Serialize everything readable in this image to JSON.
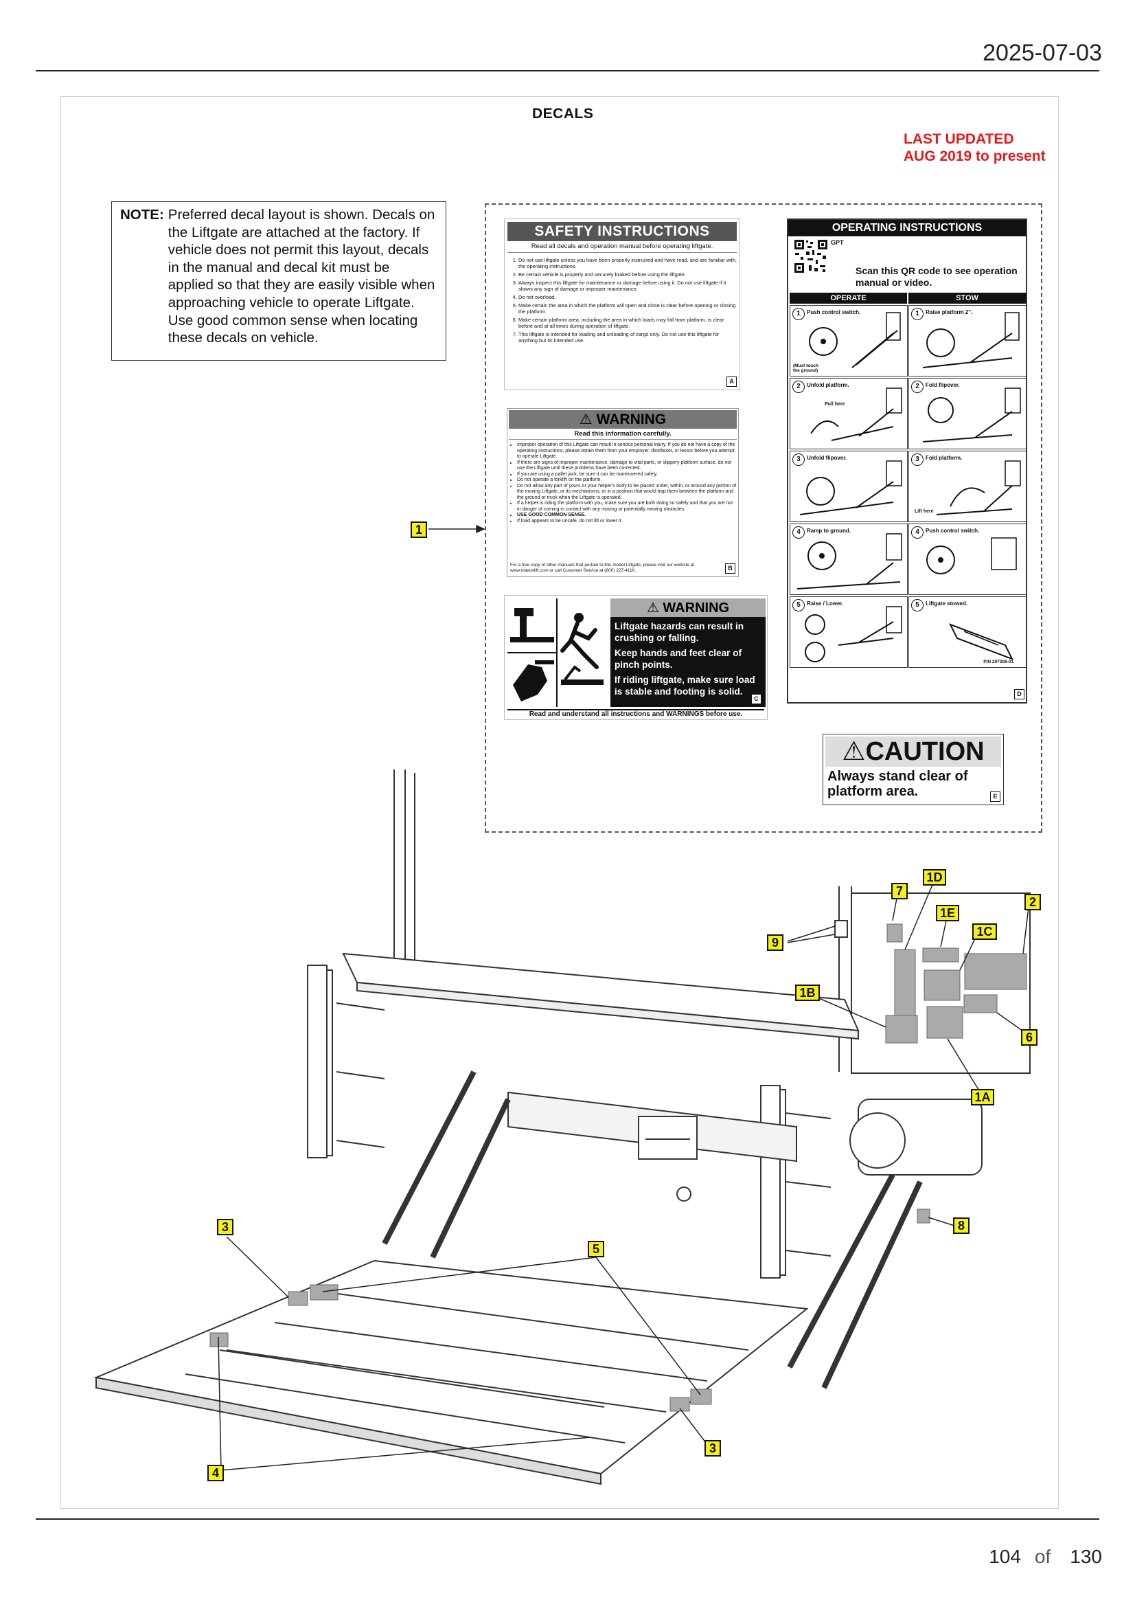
{
  "header": {
    "date": "2025-07-03"
  },
  "footer": {
    "page": "104",
    "of": "of",
    "total": "130"
  },
  "doc": {
    "heading": "DECALS",
    "updated_line1": "LAST UPDATED",
    "updated_line2": "AUG 2019 to present",
    "note_label": "NOTE:",
    "note_text": "Preferred decal layout is shown. Decals on the Liftgate are attached at the factory. If vehicle does not permit this layout, decals in the manual and decal kit must be applied so that they are easily visible when approaching vehicle to operate Liftgate. Use good common sense when locating these decals on vehicle."
  },
  "decal_a": {
    "title": "SAFETY INSTRUCTIONS",
    "subtitle": "Read all decals and operation manual before operating liftgate.",
    "items": [
      "Do not use liftgate unless you have been properly instructed and have read, and are familiar with, the operating instructions.",
      "Be certain vehicle is properly and securely braked before using the liftgate.",
      "Always inspect this liftgate for maintenance or damage before using it. Do not use liftgate if it shows any sign of damage or improper maintenance.",
      "Do not overload.",
      "Make certain the area in which the platform will open and close is clear before opening or closing the platform.",
      "Make certain platform area, including the area in which loads may fall from platform, is clear before and at all times during operation of liftgate.",
      "This liftgate is intended for loading and unloading of cargo only. Do not use this liftgate for anything but its intended use."
    ],
    "letter": "A"
  },
  "decal_b": {
    "title": "⚠ WARNING",
    "subtitle": "Read this information carefully.",
    "items": [
      "Improper operation of this Liftgate can result in serious personal injury. If you do not have a copy of the operating instructions, please obtain them from your employer, distributor, or lessor before you attempt to operate Liftgate.",
      "If there are signs of improper maintenance, damage to vital parts, or slippery platform surface, do not use the Liftgate until these problems have been corrected.",
      "If you are using a pallet jack, be sure it can be maneuvered safely.",
      "Do not operate a forklift on the platform.",
      "Do not allow any part of yours or your helper's body to be placed under, within, or around any portion of the moving Liftgate, or its mechanisms, or in a position that would trap them between the platform and the ground or truck when the Liftgate is operated.",
      "If a helper is riding the platform with you, make sure you are both doing so safely and that you are not in danger of coming in contact with any moving or potentially moving obstacles.",
      "USE GOOD COMMON SENSE.",
      "If load appears to be unsafe, do not lift or lower it."
    ],
    "small": "For a free copy of other manuals that pertain to this model Liftgate, please visit our website at www.maxonlift.com or call Customer Service at (800) 227-4116.",
    "letter": "B"
  },
  "decal_c": {
    "title": "⚠ WARNING",
    "line1": "Liftgate hazards can result in crushing or falling.",
    "line2": "Keep hands and feet clear of pinch points.",
    "line3": "If riding liftgate, make sure load is stable and footing is solid.",
    "footer": "Read and understand all instructions and WARNINGS before use.",
    "letter": "C"
  },
  "decal_d": {
    "title": "OPERATING INSTRUCTIONS",
    "gpt": "GPT",
    "scan": "Scan this QR code to see operation manual or video.",
    "col_operate": "OPERATE",
    "col_stow": "STOW",
    "steps_operate": [
      {
        "n": "1",
        "label": "Push control switch."
      },
      {
        "n": "2",
        "label": "Unfold platform."
      },
      {
        "n": "3",
        "label": "Unfold flipover."
      },
      {
        "n": "4",
        "label": "Ramp to ground."
      },
      {
        "n": "5",
        "label": "Raise / Lower."
      }
    ],
    "steps_stow": [
      {
        "n": "1",
        "label": "Raise platform 2\"."
      },
      {
        "n": "2",
        "label": "Fold flipover."
      },
      {
        "n": "3",
        "label": "Fold platform."
      },
      {
        "n": "4",
        "label": "Push control switch."
      },
      {
        "n": "5",
        "label": "Liftgate stowed."
      }
    ],
    "must_touch": "(Must touch the ground)",
    "pull_here": "Pull here",
    "lift_here": "Lift here",
    "pn": "P/N 297208-01",
    "letter": "D"
  },
  "decal_e": {
    "title": "⚠CAUTION",
    "line1": "Always stand clear of",
    "line2": "platform area.",
    "letter": "E"
  },
  "callouts": [
    "1",
    "1D",
    "7",
    "1E",
    "2",
    "1C",
    "9",
    "1B",
    "6",
    "1A",
    "8",
    "3",
    "5",
    "3",
    "4"
  ]
}
